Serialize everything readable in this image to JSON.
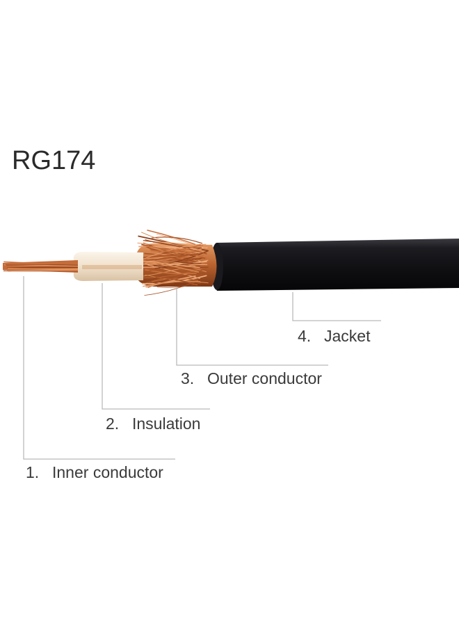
{
  "title": "RG174",
  "layers": [
    {
      "number": "1.",
      "name": "Inner conductor"
    },
    {
      "number": "2.",
      "name": "Insulation"
    },
    {
      "number": "3.",
      "name": "Outer conductor"
    },
    {
      "number": "4.",
      "name": "Jacket"
    }
  ],
  "colors": {
    "copper": "#c8703d",
    "copper_dark": "#8a3f1a",
    "insulation": "#f2e6d6",
    "jacket": "#141418",
    "leader_line": "#b9b9b9",
    "text": "#3a3a3a"
  }
}
